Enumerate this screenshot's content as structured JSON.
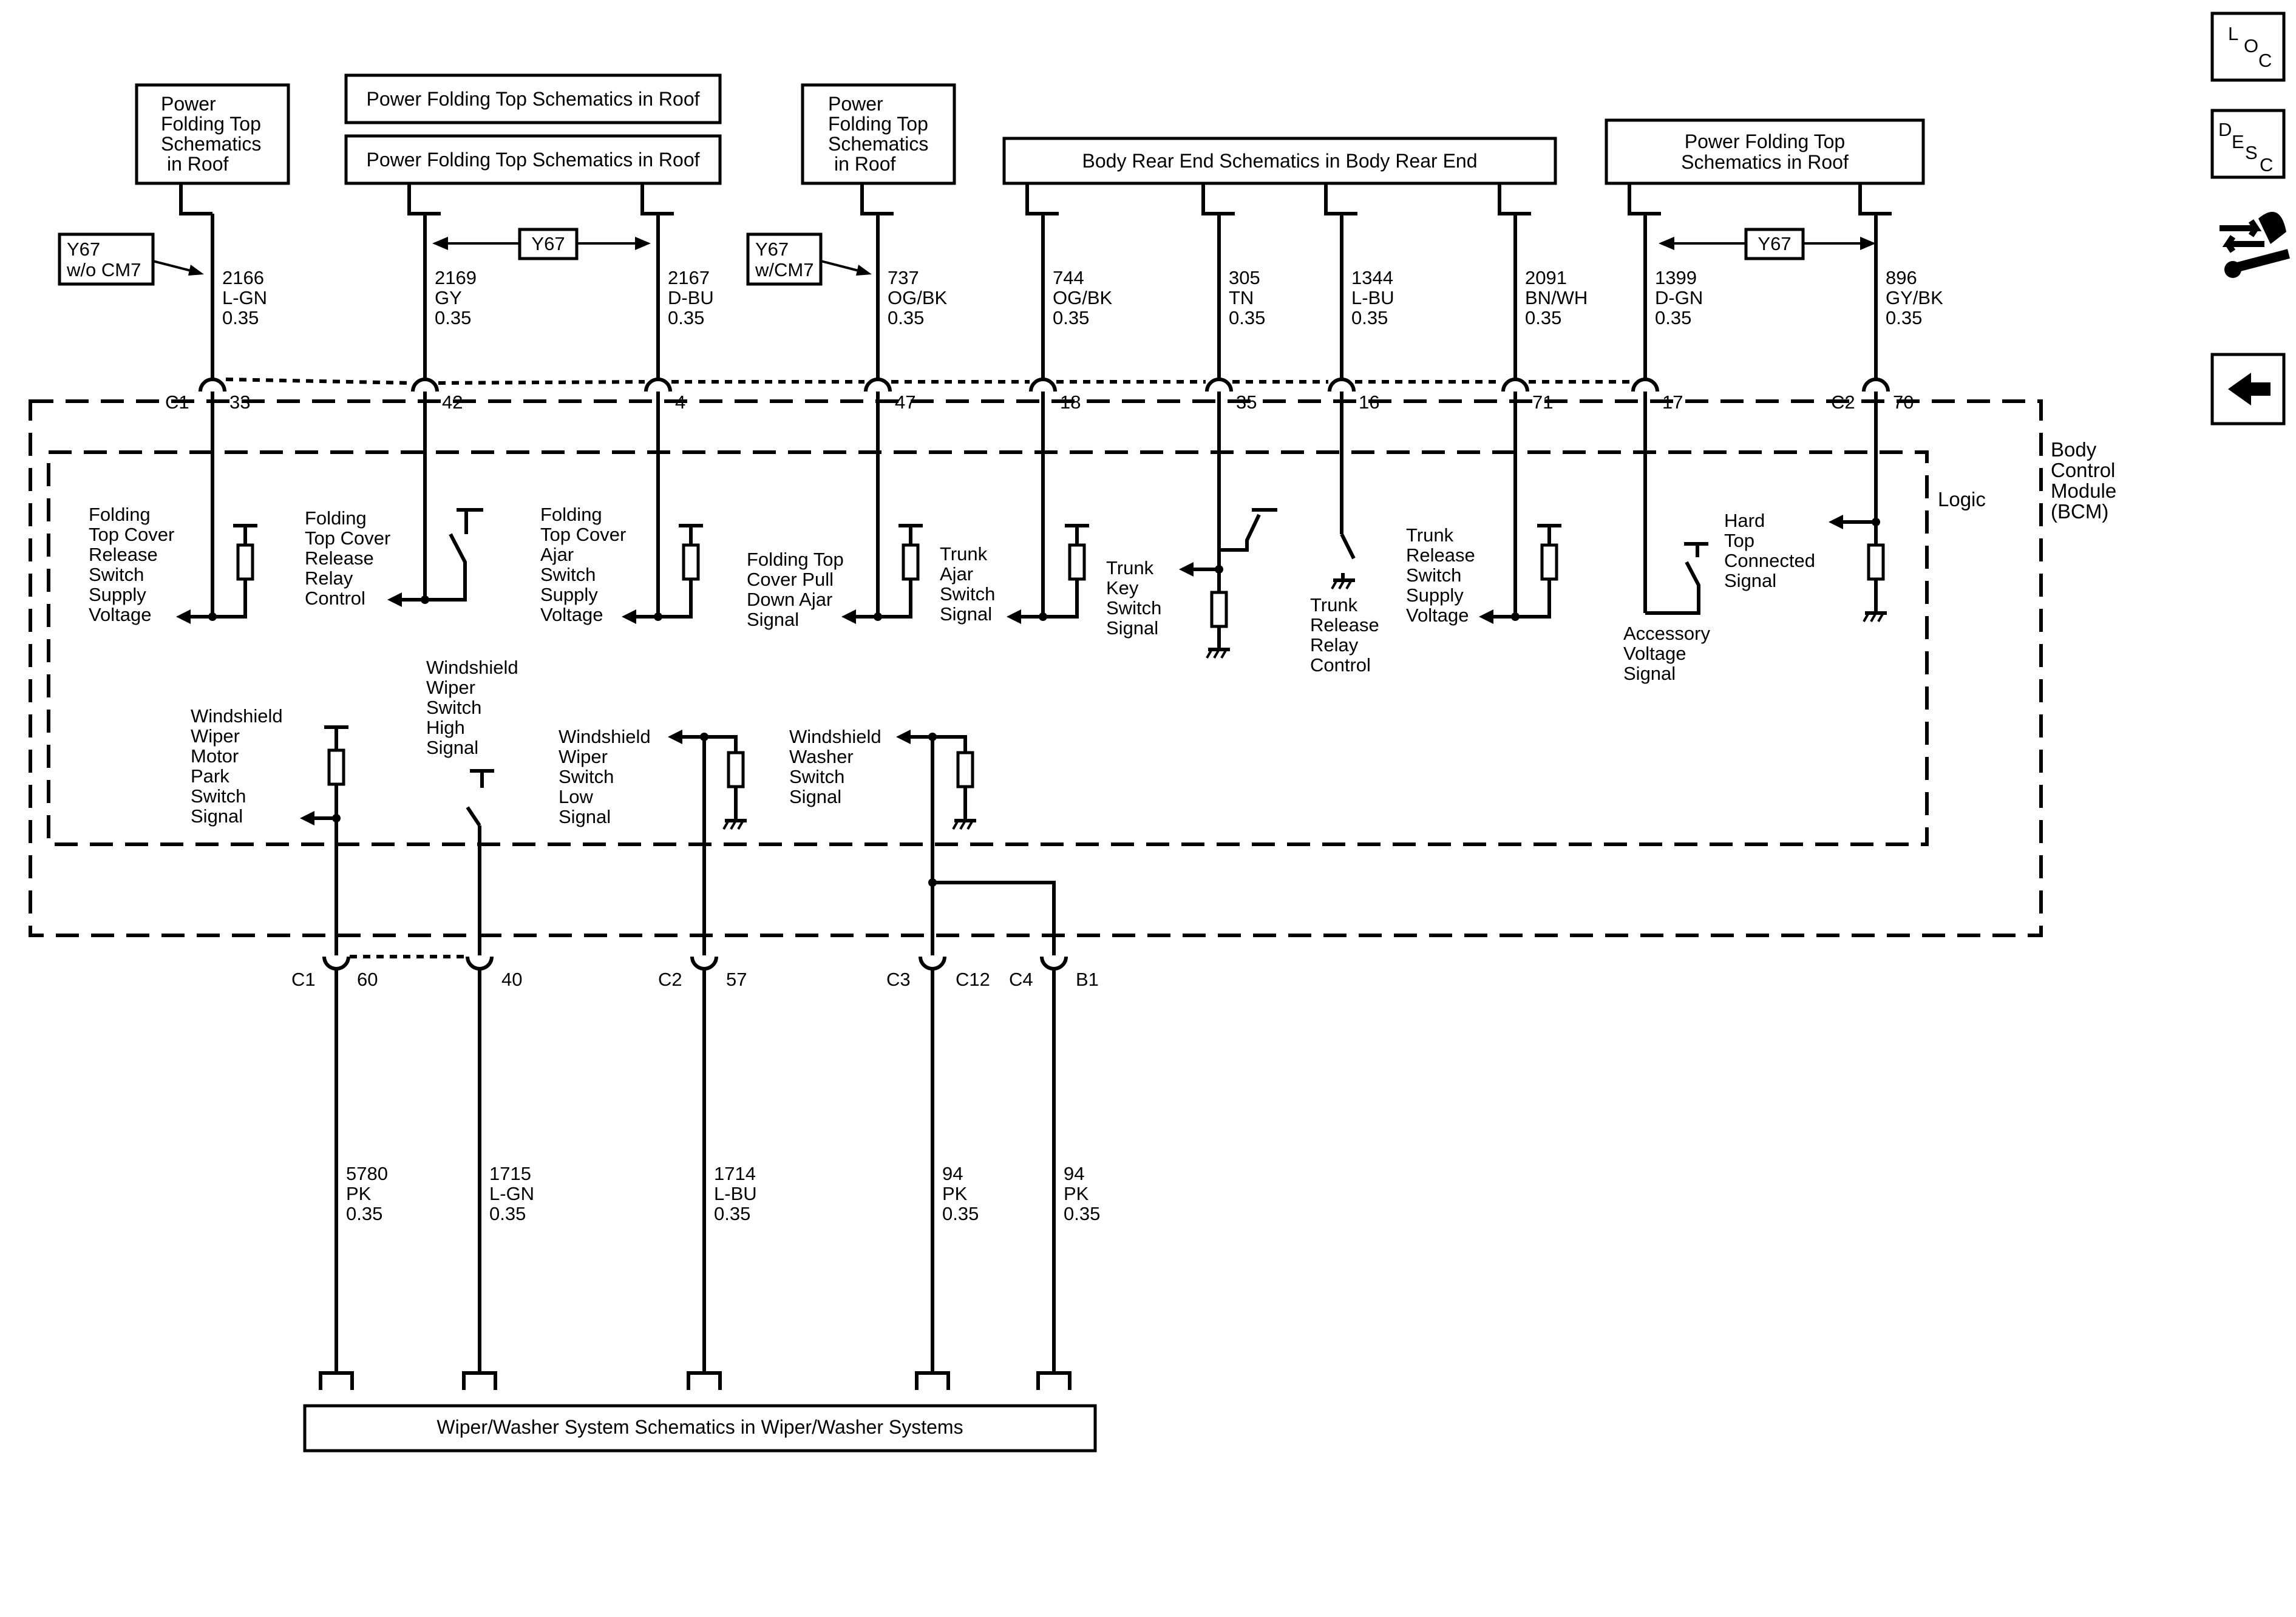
{
  "sources": {
    "s1": [
      "Power",
      "Folding Top",
      "Schematics",
      "in Roof"
    ],
    "s2a": "Power Folding Top Schematics in Roof",
    "s2b": "Power Folding Top Schematics in Roof",
    "s3": [
      "Power",
      "Folding Top",
      "Schematics",
      "in Roof"
    ],
    "s4": "Body Rear End Schematics in Body Rear End",
    "s5": [
      "Power Folding Top",
      "Schematics in Roof"
    ],
    "wiper": "Wiper/Washer System Schematics in Wiper/Washer Systems"
  },
  "options": {
    "y67_wo": [
      "Y67",
      "w/o CM7"
    ],
    "y67_w": [
      "Y67",
      "w/CM7"
    ],
    "y67": "Y67"
  },
  "top_wires": [
    {
      "circuit": "2166",
      "color": "L-GN",
      "size": "0.35",
      "pin": "33"
    },
    {
      "circuit": "2169",
      "color": "GY",
      "size": "0.35",
      "pin": "42"
    },
    {
      "circuit": "2167",
      "color": "D-BU",
      "size": "0.35",
      "pin": "4"
    },
    {
      "circuit": "737",
      "color": "OG/BK",
      "size": "0.35",
      "pin": "47"
    },
    {
      "circuit": "744",
      "color": "OG/BK",
      "size": "0.35",
      "pin": "18"
    },
    {
      "circuit": "305",
      "color": "TN",
      "size": "0.35",
      "pin": "35"
    },
    {
      "circuit": "1344",
      "color": "L-BU",
      "size": "0.35",
      "pin": "16"
    },
    {
      "circuit": "2091",
      "color": "BN/WH",
      "size": "0.35",
      "pin": "71"
    },
    {
      "circuit": "1399",
      "color": "D-GN",
      "size": "0.35",
      "pin": "17"
    },
    {
      "circuit": "896",
      "color": "GY/BK",
      "size": "0.35",
      "pin": "70"
    }
  ],
  "connectors": {
    "c1": "C1",
    "c2": "C2",
    "c3": "C3",
    "c4": "C4",
    "c12": "C12",
    "b1": "B1"
  },
  "bottom_wires": [
    {
      "circuit": "5780",
      "color": "PK",
      "size": "0.35",
      "pin": "60"
    },
    {
      "circuit": "1715",
      "color": "L-GN",
      "size": "0.35",
      "pin": "40"
    },
    {
      "circuit": "1714",
      "color": "L-BU",
      "size": "0.35",
      "pin": "57"
    },
    {
      "circuit": "94",
      "color": "PK",
      "size": "0.35"
    },
    {
      "circuit": "94",
      "color": "PK",
      "size": "0.35"
    }
  ],
  "module": {
    "name": [
      "Body",
      "Control",
      "Module",
      "(BCM)"
    ],
    "logic": "Logic"
  },
  "signals": {
    "fold_release_supply": [
      "Folding",
      "Top Cover",
      "Release",
      "Switch",
      "Supply",
      "Voltage"
    ],
    "fold_release_relay": [
      "Folding",
      "Top Cover",
      "Release",
      "Relay",
      "Control"
    ],
    "fold_ajar_supply": [
      "Folding",
      "Top Cover",
      "Ajar",
      "Switch",
      "Supply",
      "Voltage"
    ],
    "fold_pull_down": [
      "Folding Top",
      "Cover Pull",
      "Down Ajar",
      "Signal"
    ],
    "trunk_ajar": [
      "Trunk",
      "Ajar",
      "Switch",
      "Signal"
    ],
    "trunk_key": [
      "Trunk",
      "Key",
      "Switch",
      "Signal"
    ],
    "trunk_release_relay": [
      "Trunk",
      "Release",
      "Relay",
      "Control"
    ],
    "trunk_release_supply": [
      "Trunk",
      "Release",
      "Switch",
      "Supply",
      "Voltage"
    ],
    "accessory_voltage": [
      "Accessory",
      "Voltage",
      "Signal"
    ],
    "hard_top": [
      "Hard",
      "Top",
      "Connected",
      "Signal"
    ],
    "wiper_park": [
      "Windshield",
      "Wiper",
      "Motor",
      "Park",
      "Switch",
      "Signal"
    ],
    "wiper_high": [
      "Windshield",
      "Wiper",
      "Switch",
      "High",
      "Signal"
    ],
    "wiper_low": [
      "Windshield",
      "Wiper",
      "Switch",
      "Low",
      "Signal"
    ],
    "washer": [
      "Windshield",
      "Washer",
      "Switch",
      "Signal"
    ]
  },
  "nav_icons": {
    "loc": [
      "L",
      "O",
      "C"
    ],
    "desc": [
      "D",
      "E",
      "S",
      "C"
    ],
    "tools": "tools-icon",
    "back": "back-arrow-icon"
  }
}
